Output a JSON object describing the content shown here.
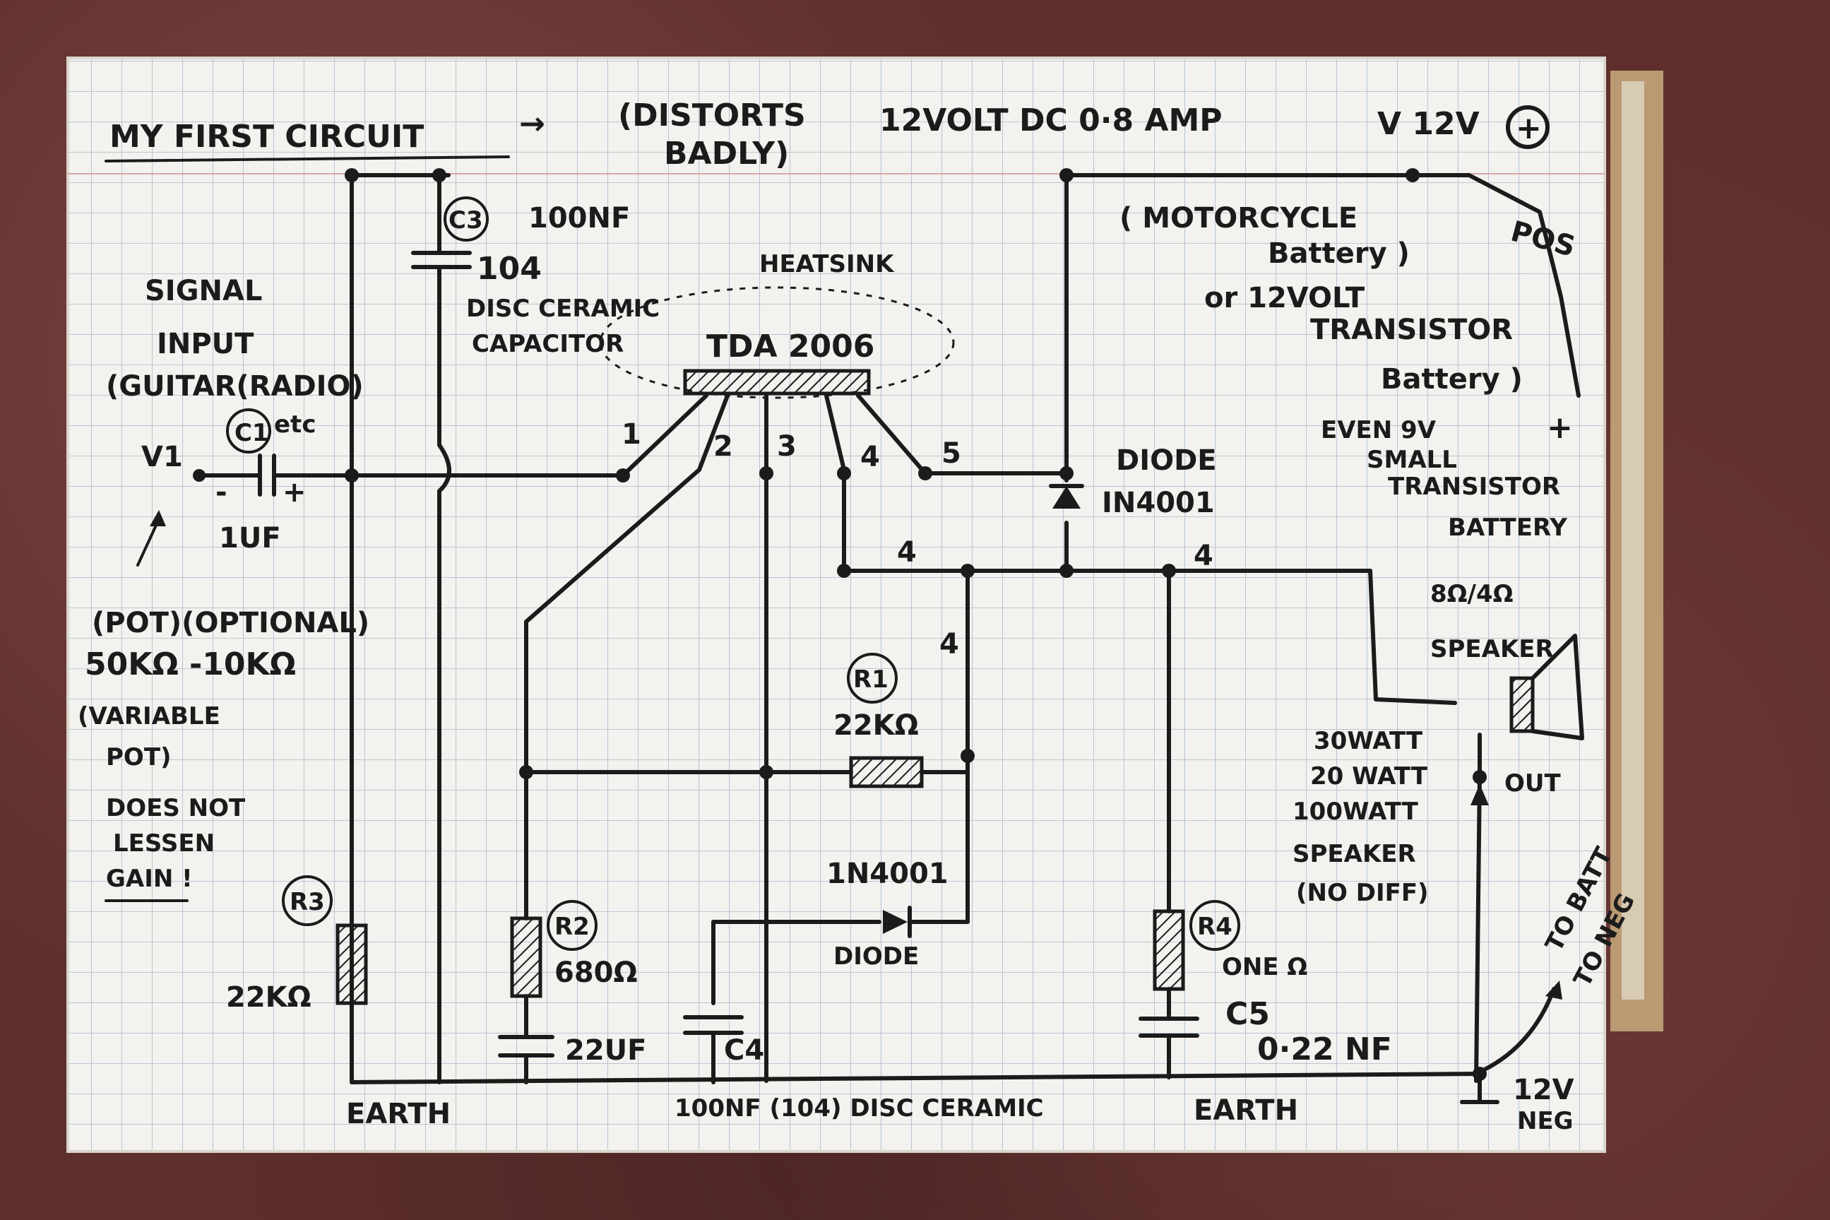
{
  "paper": {
    "color": "#f3f2ee",
    "grid_color": "#9bb0c9"
  },
  "title": {
    "main": "MY FIRST CIRCUIT",
    "arrow": "→",
    "note_line1": "(DISTORTS",
    "note_line2": "BADLY)",
    "supply": "12VOLT DC 0·8 AMP"
  },
  "supply": {
    "v_label": "V 12V",
    "plus": "+",
    "pos": "POS",
    "battery_line1": "( MOTORCYCLE",
    "battery_line2": "Battery )",
    "battery_line3": "or 12VOLT",
    "battery_line4": "TRANSISTOR",
    "battery_line5": "Battery )",
    "alt_line1": "EVEN 9V",
    "alt_plus": "+",
    "alt_line2": "SMALL",
    "alt_line3": "TRANSISTOR",
    "alt_line4": "BATTERY",
    "neg_line1": "12V",
    "neg_line2": "NEG",
    "to_batt_line1": "TO BATT",
    "to_batt_line2": "TO NEG"
  },
  "input": {
    "line1": "SIGNAL",
    "line2": "INPUT",
    "line3": "(GUITAR(RADIO)",
    "c1": "C1",
    "etc": "etc",
    "v1": "V1",
    "minus": "-",
    "plus": "+",
    "value": "1UF",
    "pot_line1": "(POT)(OPTIONAL)",
    "pot_line2": "50KΩ -10KΩ",
    "pot_line3": "(VARIABLE",
    "pot_line4": "POT)",
    "pot_line5": "DOES NOT",
    "pot_line6": "LESSEN",
    "pot_line7": "GAIN !"
  },
  "c3": {
    "name": "C3",
    "value": "100NF",
    "code": "104",
    "desc_line1": "DISC CERAMIC",
    "desc_line2": "CAPACITOR"
  },
  "ic": {
    "heatsink": "HEATSINK",
    "name": "TDA 2006",
    "pins": [
      "1",
      "2",
      "3",
      "4",
      "5"
    ],
    "net4_a": "4",
    "net4_b": "4",
    "net4_c": "4"
  },
  "diode_top": {
    "line1": "DIODE",
    "line2": "IN4001"
  },
  "r1": {
    "name": "R1",
    "value": "22KΩ"
  },
  "diode_bottom": {
    "part": "1N4001",
    "label": "DIODE"
  },
  "r2": {
    "name": "R2",
    "value": "680Ω"
  },
  "c_22uf": {
    "value": "22UF"
  },
  "c4": {
    "name": "C4",
    "desc": "100NF (104) DISC CERAMIC"
  },
  "r3": {
    "name": "R3",
    "value": "22KΩ"
  },
  "r4": {
    "name": "R4",
    "value": "ONE Ω"
  },
  "c5": {
    "name": "C5",
    "value": "0·22 NF"
  },
  "speaker": {
    "impedance": "8Ω/4Ω",
    "label": "SPEAKER",
    "watt1": "30WATT",
    "watt2": "20 WATT",
    "watt3": "100WATT",
    "watt4": "SPEAKER",
    "note": "(NO DIFF)",
    "out": "OUT"
  },
  "earth_left": "EARTH",
  "earth_right": "EARTH"
}
